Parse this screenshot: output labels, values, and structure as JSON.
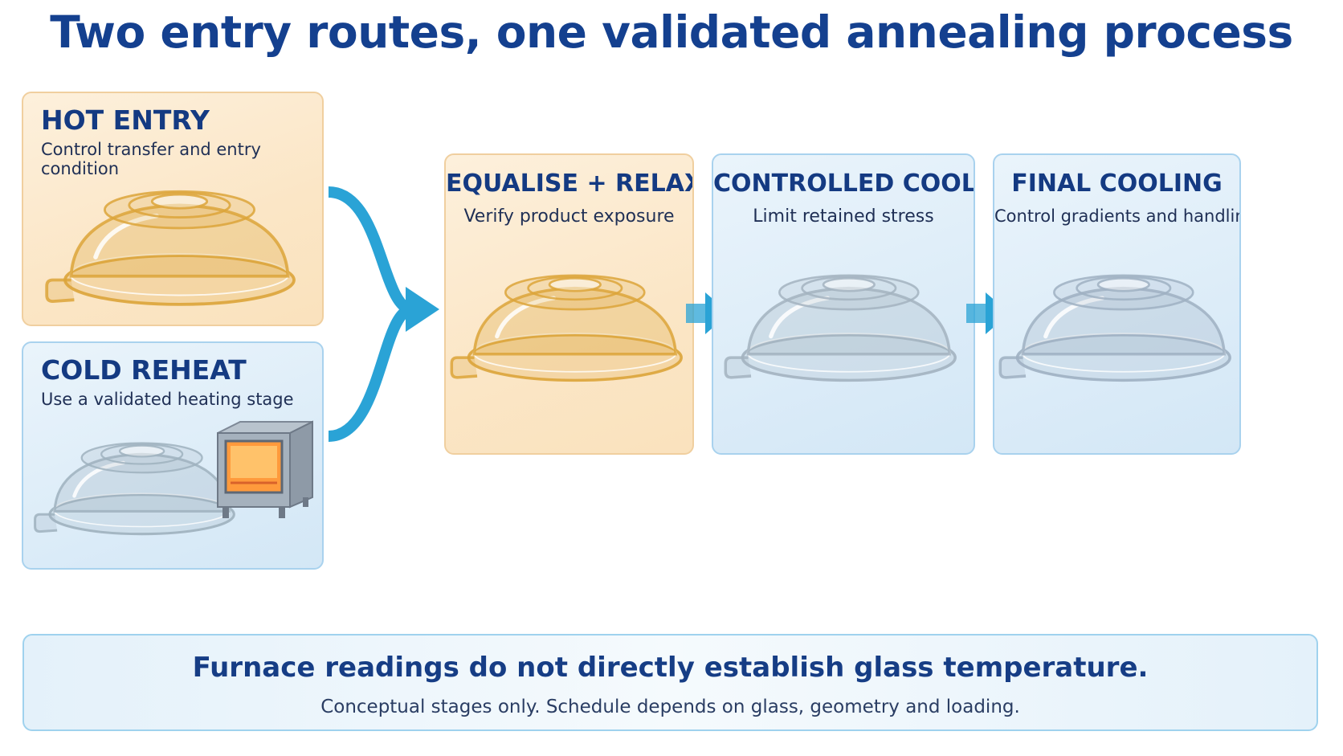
{
  "title": "Two entry routes, one validated annealing process",
  "entries": [
    {
      "title": "HOT ENTRY",
      "subtitle": "Control transfer and entry condition"
    },
    {
      "title": "COLD REHEAT",
      "subtitle": "Use a validated heating stage"
    }
  ],
  "stages": [
    {
      "title": "EQUALISE + RELAX",
      "subtitle": "Verify product exposure"
    },
    {
      "title": "CONTROLLED COOLING",
      "subtitle": "Limit retained stress"
    },
    {
      "title": "FINAL COOLING",
      "subtitle": "Control gradients and handling"
    }
  ],
  "note": {
    "main": "Furnace readings do not directly establish glass temperature.",
    "sub": "Conceptual stages only. Schedule depends on glass, geometry and loading."
  },
  "colors": {
    "title": "#14408f",
    "warm_fill": "#fbe6c6",
    "cool_fill": "#dcecf8",
    "arrow": "#2aa3d6",
    "amber_glass": "#e8b84a",
    "clear_glass": "#c7d3dc",
    "oven": "#8e9aa7",
    "oven_glow": "#ff9a3c"
  },
  "icons": [
    "amber-glass-cover-icon",
    "clear-glass-cover-icon",
    "reheat-oven-icon",
    "merge-arrow-icon",
    "right-arrow-icon"
  ]
}
